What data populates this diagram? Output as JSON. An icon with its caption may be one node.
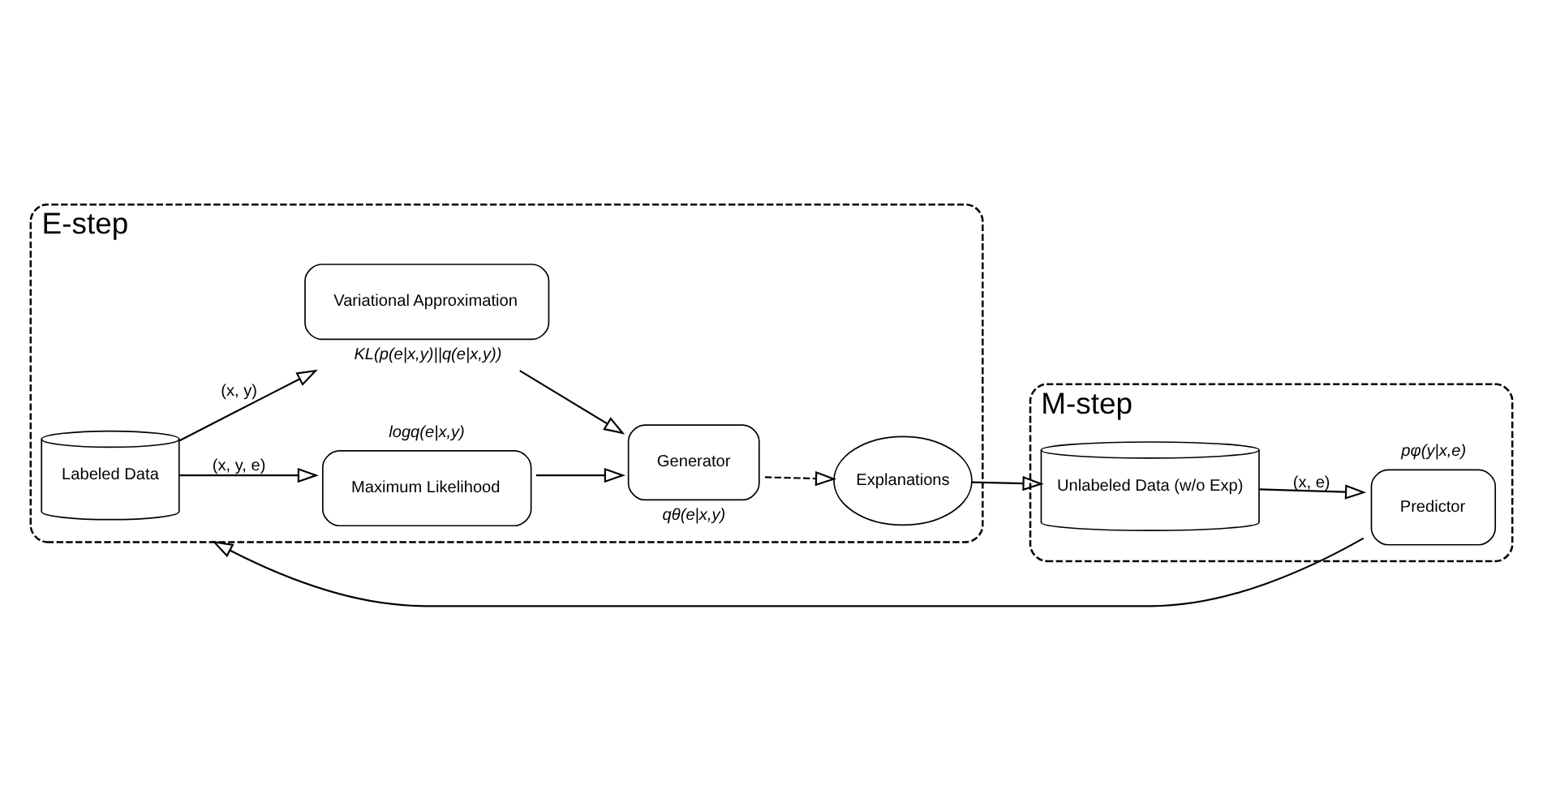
{
  "diagram": {
    "nodes": [
      {
        "text": [
          "E-step"
        ]
      },
      {
        "text": [
          "Labeled Data"
        ],
        "in": 0
      },
      {
        "text": [
          "Maximum Likelihood"
        ],
        "in": 0,
        "beside": [
          "logq(e|x,y)"
        ]
      },
      {
        "text": [
          "Variational Approximation"
        ],
        "in": 0,
        "beside": [
          "KL(p(e|x,y)||q(e|x,y))"
        ]
      },
      {
        "text": [
          "Generator"
        ],
        "in": 0,
        "beside": [
          "qθ(e|x,y)"
        ]
      },
      {
        "text": [
          "Explanations"
        ],
        "in": 0
      },
      {
        "text": [
          "M-step"
        ]
      },
      {
        "text": [
          "Predictor"
        ],
        "in": 6,
        "beside": [
          "pφ(y|x,e)"
        ]
      },
      {
        "text": [
          "Unlabeled Data (w/o Exp)"
        ],
        "in": 6
      }
    ],
    "edges": [
      {
        "from": 1,
        "to": 2,
        "arrow": "to",
        "label": "(x, y, e)"
      },
      {
        "from": 1,
        "to": 3,
        "arrow": "to",
        "label": "(x, y)"
      },
      {
        "from": 2,
        "to": 4,
        "arrow": "to"
      },
      {
        "from": 3,
        "to": 4,
        "arrow": "to"
      },
      {
        "from": 4,
        "to": 5,
        "arrow": "to",
        "style": "dashed"
      },
      {
        "from": 5,
        "to": 8,
        "arrow": "to"
      },
      {
        "from": 8,
        "to": 7,
        "arrow": "to",
        "label": "(x, e)"
      },
      {
        "from": 7,
        "to": 0,
        "arrow": "to"
      }
    ]
  }
}
